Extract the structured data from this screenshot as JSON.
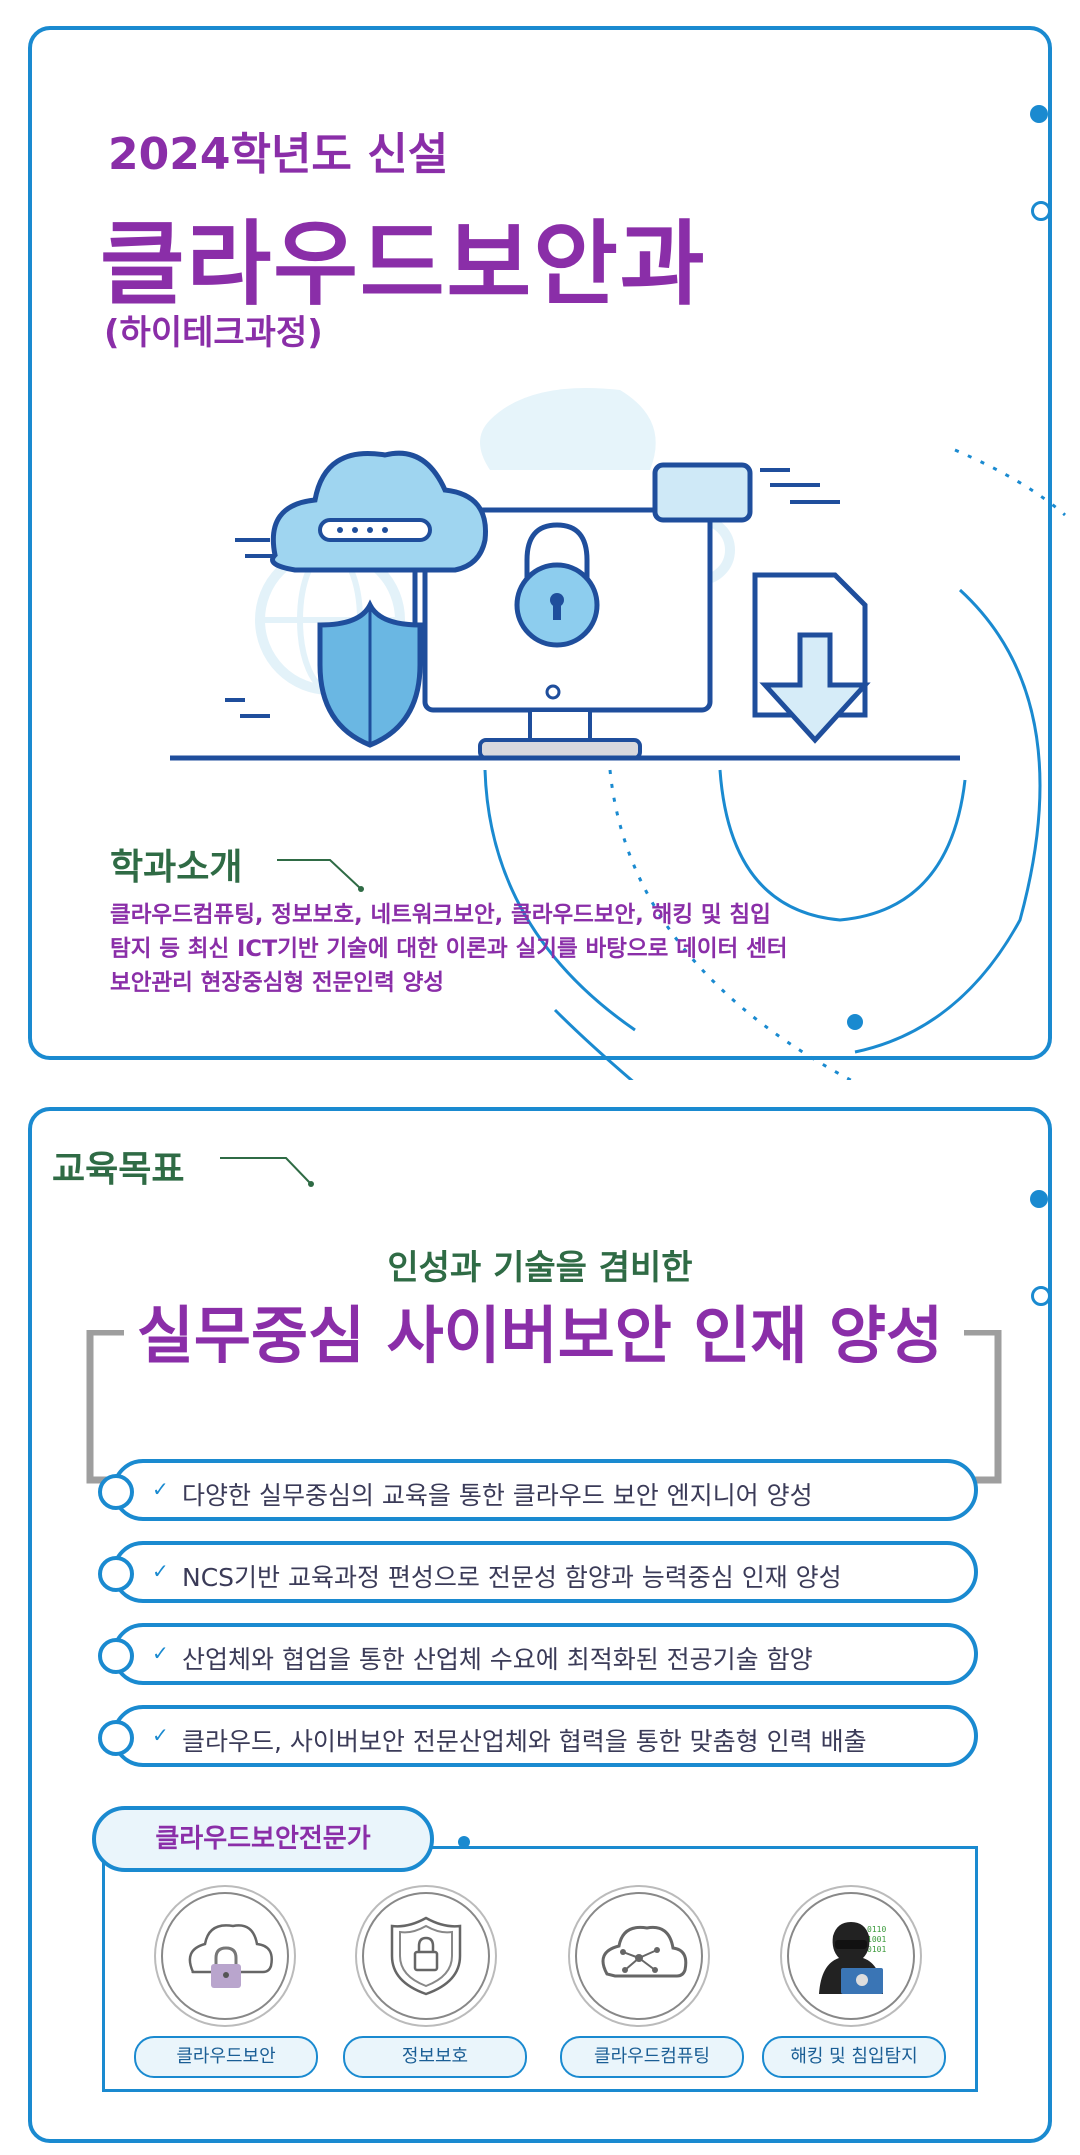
{
  "hero": {
    "year_line": "2024학년도 신설",
    "dept_name": "클라우드보안과",
    "dept_sub": "(하이테크과정)"
  },
  "intro": {
    "heading": "학과소개",
    "body_lines": [
      "클라우드컴퓨팅, 정보보호, 네트워크보안, 클라우드보안, 해킹 및 침입",
      "탐지 등 최신 ICT기반 기술에 대한 이론과 실기를 바탕으로 데이터 센터",
      "보안관리 현장중심형 전문인력 양성"
    ]
  },
  "goals": {
    "heading": "교육목표",
    "subtitle": "인성과 기술을 겸비한",
    "title": "실무중심 사이버보안 인재 양성",
    "items": [
      "다양한 실무중심의 교육을 통한 클라우드 보안 엔지니어 양성",
      "NCS기반 교육과정 편성으로 전문성 함양과 능력중심 인재 양성",
      "산업체와 협업을 통한 산업체 수요에 최적화된 전공기술 함양",
      "클라우드, 사이버보안 전문산업체와 협력을 통한 맞춤형 인력 배출"
    ]
  },
  "experts": {
    "heading": "클라우드보안전문가",
    "cards": [
      {
        "label": "클라우드보안",
        "icon": "cloud-lock-icon"
      },
      {
        "label": "정보보호",
        "icon": "shield-lock-icon"
      },
      {
        "label": "클라우드컴퓨팅",
        "icon": "cloud-network-icon"
      },
      {
        "label": "해킹 및 침입탐지",
        "icon": "hacker-icon"
      }
    ]
  },
  "colors": {
    "accent_blue": "#1a8ad0",
    "purple": "#8a2ea8",
    "green": "#2f6b45"
  }
}
